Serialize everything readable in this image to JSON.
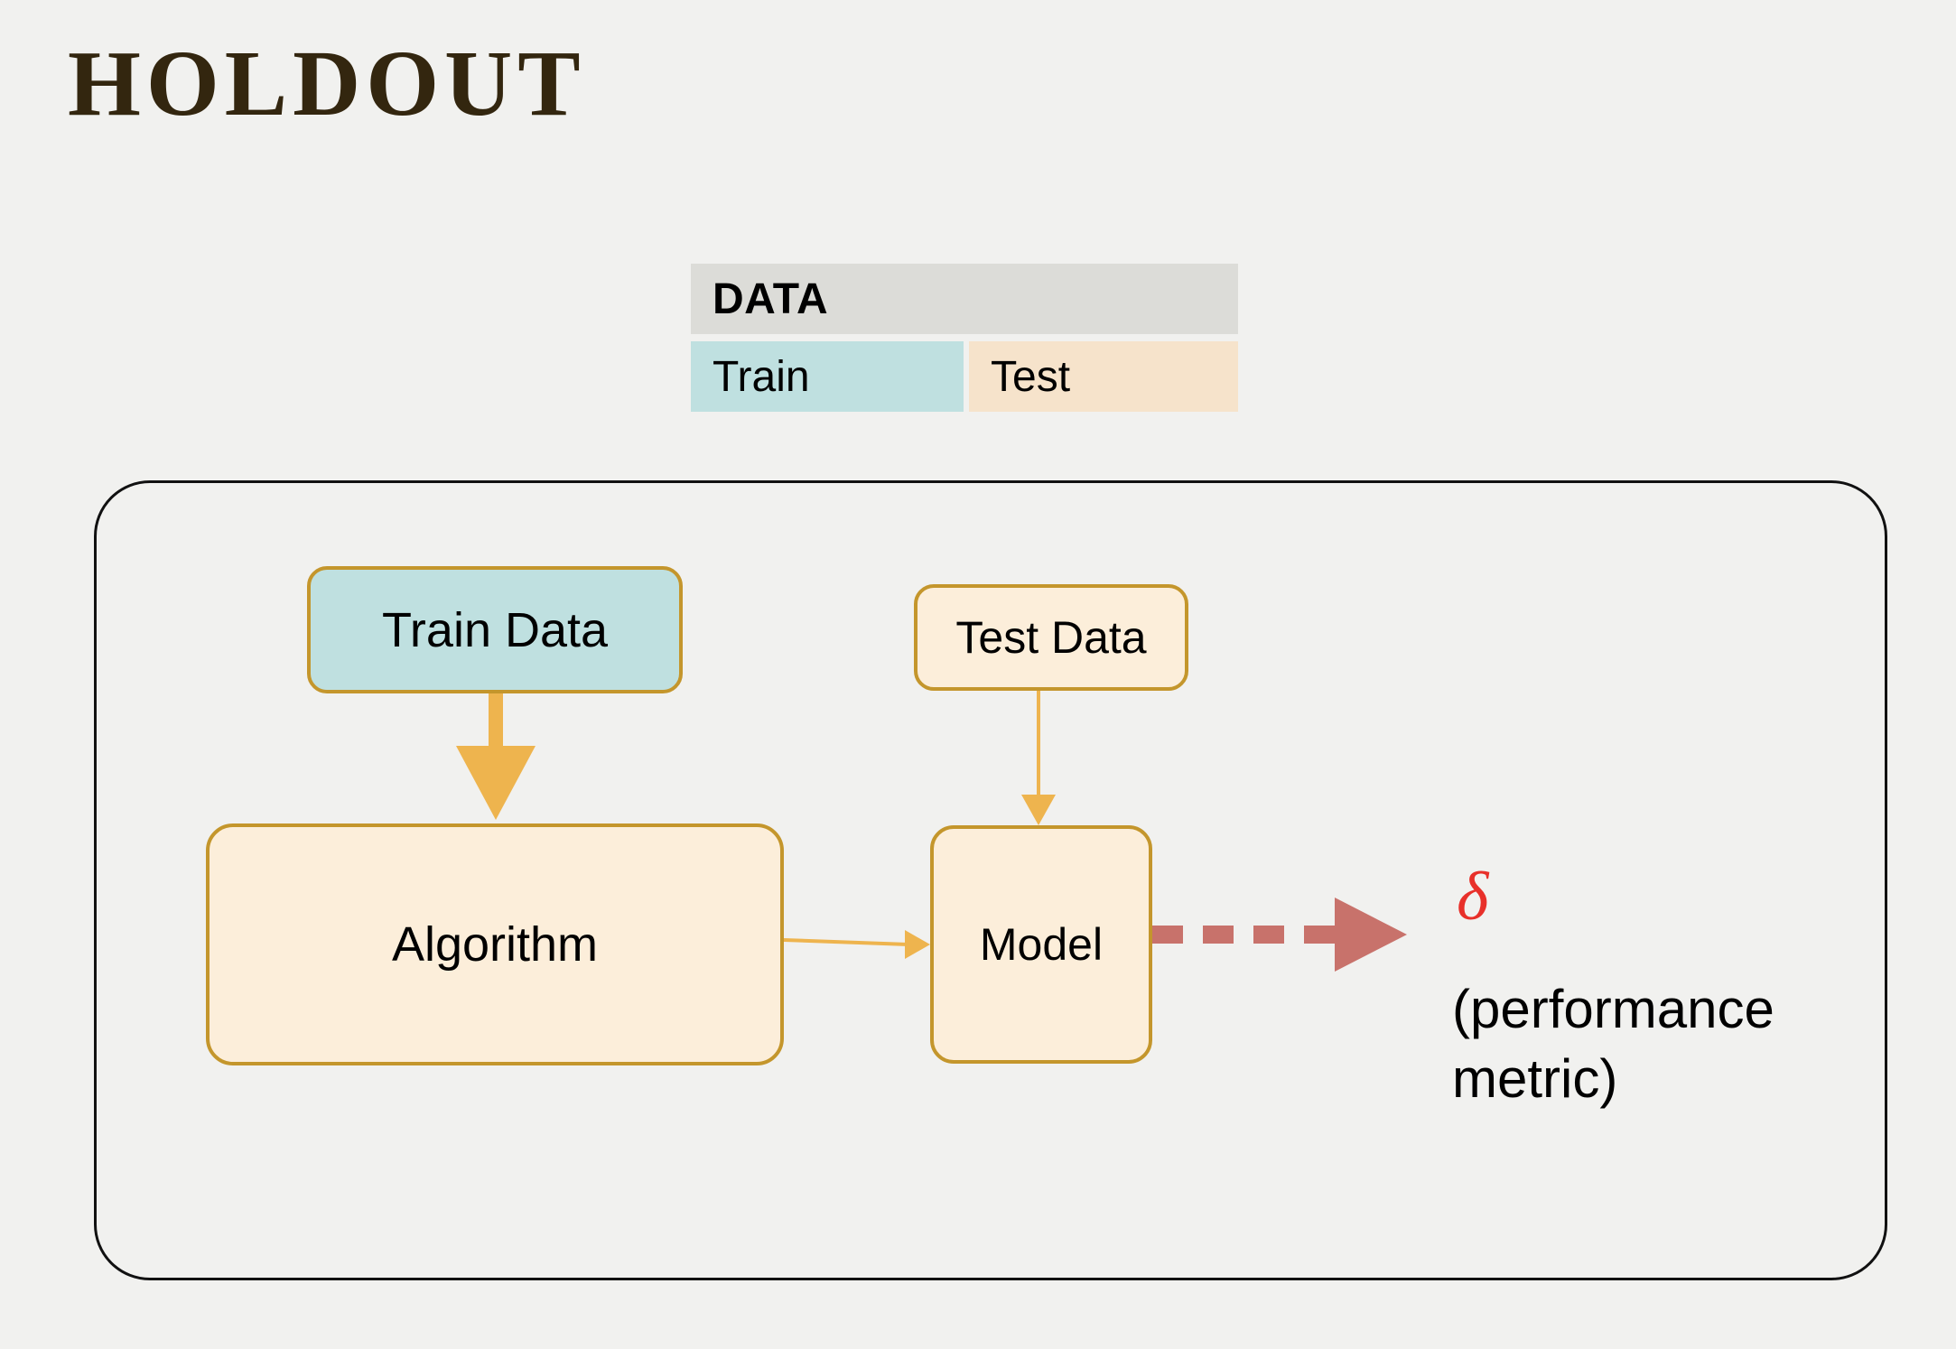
{
  "slide": {
    "title": "HOLDOUT",
    "background_color": "#f1f1ef",
    "title_color": "#33260f"
  },
  "data_table": {
    "header_label": "DATA",
    "header_bg": "#dcdcd8",
    "cells": [
      {
        "label": "Train",
        "bg": "#bfe0e0"
      },
      {
        "label": "Test",
        "bg": "#f6e3cb"
      }
    ]
  },
  "diagram": {
    "frame_border_color": "#111111",
    "nodes": [
      {
        "id": "train-data",
        "label": "Train Data",
        "fill": "#bfe0e0",
        "stroke": "#c4962c"
      },
      {
        "id": "test-data",
        "label": "Test Data",
        "fill": "#fceeda",
        "stroke": "#c4962c"
      },
      {
        "id": "algorithm",
        "label": "Algorithm",
        "fill": "#fceeda",
        "stroke": "#c4962c"
      },
      {
        "id": "model",
        "label": "Model",
        "fill": "#fceeda",
        "stroke": "#c4962c"
      }
    ],
    "connectors": [
      {
        "id": "train-to-algorithm",
        "style": "thick-solid",
        "color": "#eeb44e"
      },
      {
        "id": "test-to-model",
        "style": "thin-solid",
        "color": "#eeb44e"
      },
      {
        "id": "algorithm-to-model",
        "style": "thin-solid",
        "color": "#eeb44e"
      },
      {
        "id": "model-to-metric",
        "style": "thick-dashed",
        "color": "#c8726b"
      }
    ]
  },
  "output": {
    "symbol": "δ",
    "symbol_color": "#e8302a",
    "caption_line1": "(performance",
    "caption_line2": "metric)"
  }
}
